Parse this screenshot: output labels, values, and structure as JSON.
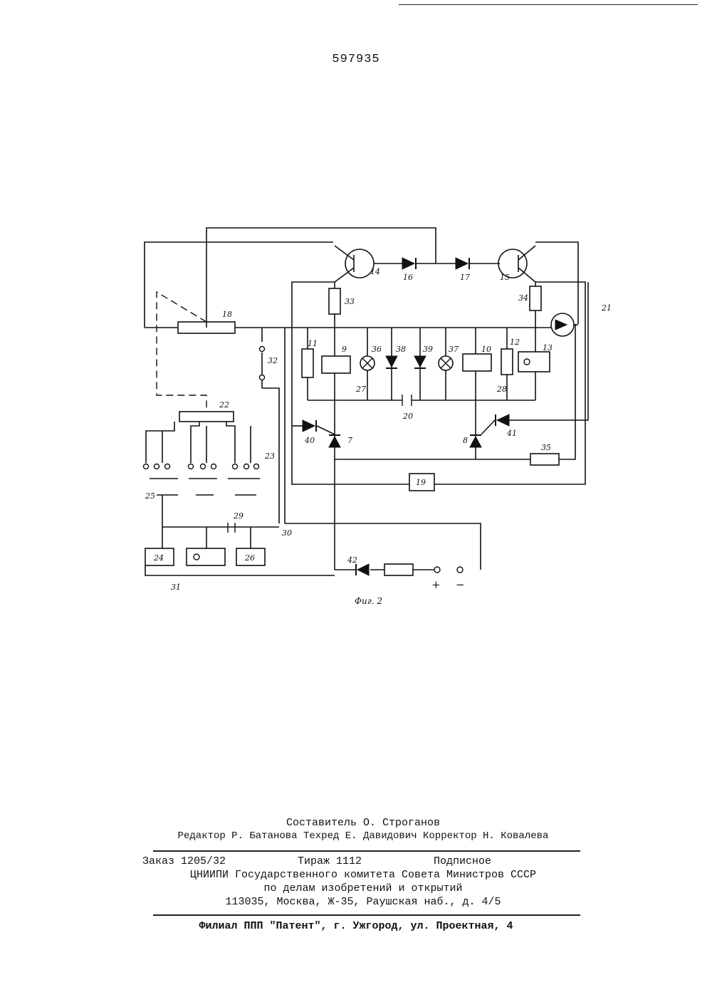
{
  "patent_number": "597935",
  "figure_caption": "Фиг. 2",
  "labels": {
    "l7": "7",
    "l8": "8",
    "l9": "9",
    "l10": "10",
    "l11": "11",
    "l12": "12",
    "l13": "13",
    "l14": "14",
    "l15": "15",
    "l16": "16",
    "l17": "17",
    "l18": "18",
    "l19": "19",
    "l20": "20",
    "l21": "21",
    "l22": "22",
    "l23": "23",
    "l24": "24",
    "l25": "25",
    "l26": "26",
    "l27": "27",
    "l28": "28",
    "l29": "29",
    "l30": "30",
    "l31": "31",
    "l32": "32",
    "l33": "33",
    "l34": "34",
    "l35": "35",
    "l36": "36",
    "l37": "37",
    "l38": "38",
    "l39": "39",
    "l40": "40",
    "l41": "41",
    "l42": "42",
    "plus": "+",
    "minus": "−"
  },
  "imprint": {
    "compiler": "Составитель О. Строганов",
    "editors": "Редактор Р. Батанова Техред Е. Давидович Корректор Н. Ковалева",
    "order": "Заказ 1205/32",
    "circulation": "Тираж 1112",
    "subscription": "Подписное",
    "org1": "ЦНИИПИ Государственного комитета Совета Министров СССР",
    "org2": "по делам изобретений и открытий",
    "address": "113035, Москва, Ж-35, Раушская наб., д. 4/5",
    "branch": "Филиал ППП \"Патент\", г. Ужгород, ул. Проектная, 4"
  }
}
